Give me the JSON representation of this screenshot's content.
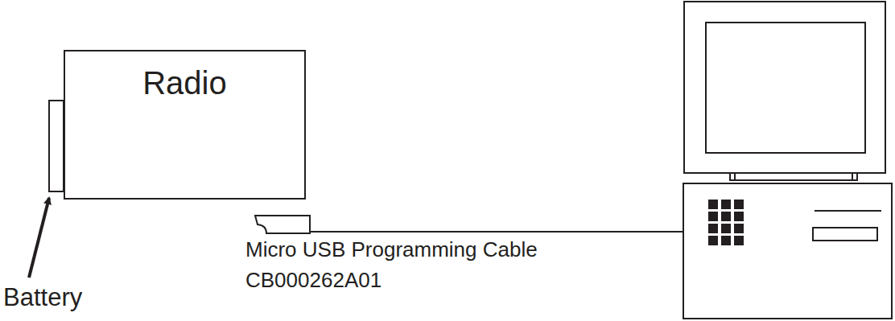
{
  "diagram": {
    "nodes": [
      {
        "text": [
          "Radio"
        ]
      }
    ],
    "labels": [
      "Battery",
      "Micro USB Programming Cable",
      "CB000262A01"
    ]
  }
}
